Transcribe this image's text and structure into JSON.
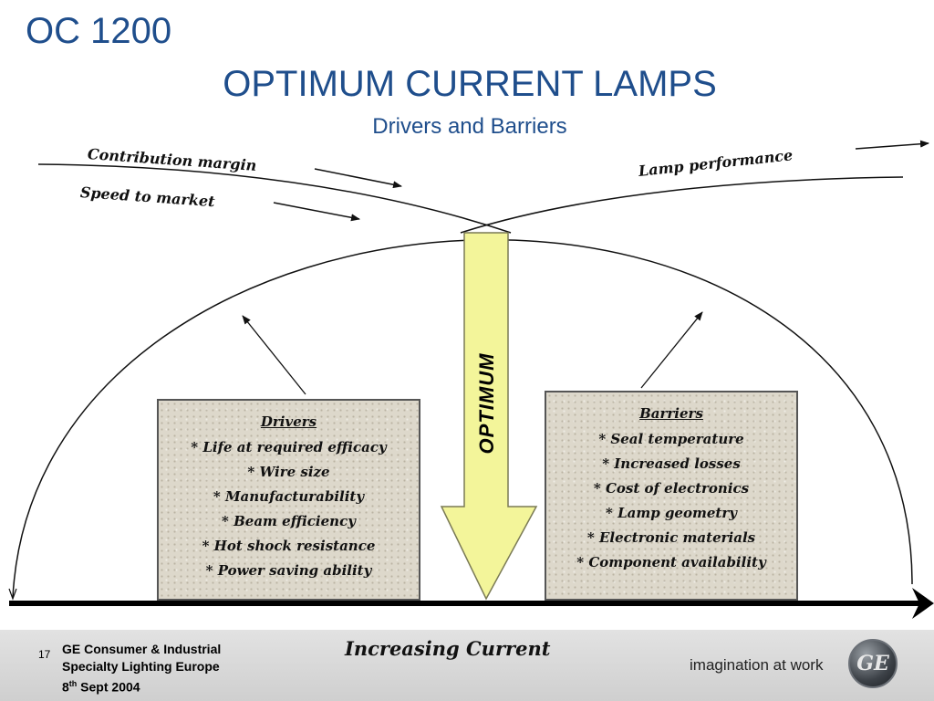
{
  "header": {
    "title": "OC 1200",
    "title_line2": "OPTIMUM CURRENT LAMPS",
    "subtitle": "Drivers and Barriers"
  },
  "curves": {
    "contribution_margin": "Contribution margin",
    "speed_to_market": "Speed to market",
    "lamp_performance": "Lamp performance"
  },
  "optimum_label": "OPTIMUM",
  "drivers": {
    "heading": "Drivers",
    "items": [
      "* Life at required efficacy",
      "* Wire size",
      "* Manufacturability",
      "* Beam efficiency",
      "* Hot shock resistance",
      "* Power saving ability"
    ]
  },
  "barriers": {
    "heading": "Barriers",
    "items": [
      "* Seal temperature",
      "* Increased losses",
      "* Cost of electronics",
      "* Lamp geometry",
      "* Electronic materials",
      "* Component availability"
    ]
  },
  "x_axis_label": "Increasing Current",
  "footer": {
    "page_number": "17",
    "company_line1": "GE Consumer & Industrial",
    "company_line2": "Specialty Lighting Europe",
    "date_day": "8",
    "date_suffix": "th",
    "date_rest": " Sept 2004",
    "tagline": "imagination at work",
    "logo_text": "GE"
  },
  "colors": {
    "title": "#1f4e8c",
    "optimum_arrow": "#f3f59a",
    "box_fill": "#ddd8cb"
  }
}
